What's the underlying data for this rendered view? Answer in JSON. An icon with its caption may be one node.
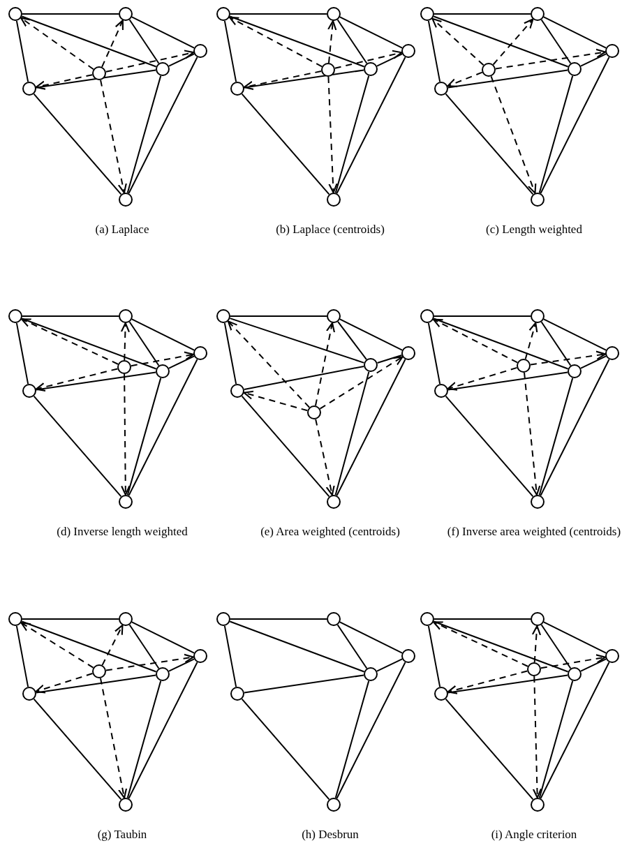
{
  "diagram": {
    "nodes": [
      {
        "text": [],
        "shape": "circle"
      },
      {
        "text": [],
        "shape": "circle"
      },
      {
        "text": [],
        "shape": "circle"
      },
      {
        "text": [],
        "shape": "circle"
      },
      {
        "text": [],
        "shape": "circle"
      },
      {
        "text": [],
        "shape": "circle"
      },
      {
        "text": [],
        "shape": "circle"
      },
      {
        "text": [],
        "shape": "circle"
      },
      {
        "text": [],
        "shape": "circle"
      },
      {
        "text": [],
        "shape": "circle"
      },
      {
        "text": [],
        "shape": "circle"
      },
      {
        "text": [],
        "shape": "circle"
      },
      {
        "text": [],
        "shape": "circle"
      },
      {
        "text": [],
        "shape": "circle"
      },
      {
        "text": [],
        "shape": "circle"
      },
      {
        "text": [],
        "shape": "circle"
      },
      {
        "text": [],
        "shape": "circle"
      },
      {
        "text": [],
        "shape": "circle"
      },
      {
        "text": [],
        "shape": "circle"
      },
      {
        "text": [],
        "shape": "circle"
      },
      {
        "text": [],
        "shape": "circle"
      },
      {
        "text": [],
        "shape": "circle"
      },
      {
        "text": [],
        "shape": "circle"
      },
      {
        "text": [],
        "shape": "circle"
      },
      {
        "text": [],
        "shape": "circle"
      },
      {
        "text": [],
        "shape": "circle"
      },
      {
        "text": [],
        "shape": "circle"
      },
      {
        "text": [],
        "shape": "circle"
      },
      {
        "text": [],
        "shape": "circle"
      },
      {
        "text": [],
        "shape": "circle"
      },
      {
        "text": [],
        "shape": "circle"
      },
      {
        "text": [],
        "shape": "circle"
      },
      {
        "text": [],
        "shape": "circle"
      },
      {
        "text": [],
        "shape": "circle"
      },
      {
        "text": [],
        "shape": "circle"
      },
      {
        "text": [],
        "shape": "circle"
      },
      {
        "text": [],
        "shape": "circle"
      },
      {
        "text": [],
        "shape": "circle"
      },
      {
        "text": [],
        "shape": "circle"
      },
      {
        "text": [],
        "shape": "circle"
      },
      {
        "text": [],
        "shape": "circle"
      },
      {
        "text": [],
        "shape": "circle"
      },
      {
        "text": [],
        "shape": "circle"
      },
      {
        "text": [],
        "shape": "circle"
      },
      {
        "text": [],
        "shape": "circle"
      },
      {
        "text": [],
        "shape": "circle"
      },
      {
        "text": [],
        "shape": "circle"
      },
      {
        "text": [],
        "shape": "circle"
      },
      {
        "text": [],
        "shape": "circle"
      },
      {
        "text": [],
        "shape": "circle"
      },
      {
        "text": [],
        "shape": "circle"
      },
      {
        "text": [],
        "shape": "circle"
      },
      {
        "text": [],
        "shape": "circle"
      },
      {
        "text": [],
        "shape": "circle"
      },
      {
        "text": [],
        "shape": "circle"
      },
      {
        "text": [],
        "shape": "circle"
      },
      {
        "text": [],
        "shape": "circle"
      },
      {
        "text": [],
        "shape": "circle"
      },
      {
        "text": [],
        "shape": "circle"
      },
      {
        "text": [],
        "shape": "circle"
      },
      {
        "text": [],
        "shape": "circle"
      },
      {
        "text": [],
        "shape": "circle"
      }
    ],
    "edges": [
      {
        "from": 0,
        "to": 1,
        "arrow": "none"
      },
      {
        "from": 0,
        "to": 5,
        "arrow": "none"
      },
      {
        "from": 0,
        "to": 4,
        "arrow": "none"
      },
      {
        "from": 1,
        "to": 4,
        "arrow": "none"
      },
      {
        "from": 1,
        "to": 2,
        "arrow": "none"
      },
      {
        "from": 2,
        "to": 4,
        "arrow": "none"
      },
      {
        "from": 5,
        "to": 4,
        "arrow": "none"
      },
      {
        "from": 5,
        "to": 6,
        "arrow": "none"
      },
      {
        "from": 4,
        "to": 6,
        "arrow": "none"
      },
      {
        "from": 2,
        "to": 6,
        "arrow": "none"
      },
      {
        "from": 3,
        "to": 0,
        "arrow": "to",
        "style": "dashed"
      },
      {
        "from": 3,
        "to": 1,
        "arrow": "to",
        "style": "dashed"
      },
      {
        "from": 3,
        "to": 2,
        "arrow": "to",
        "style": "dashed"
      },
      {
        "from": 3,
        "to": 5,
        "arrow": "to",
        "style": "dashed"
      },
      {
        "from": 3,
        "to": 6,
        "arrow": "to",
        "style": "dashed"
      },
      {
        "from": 7,
        "to": 8,
        "arrow": "none"
      },
      {
        "from": 7,
        "to": 12,
        "arrow": "none"
      },
      {
        "from": 7,
        "to": 11,
        "arrow": "none"
      },
      {
        "from": 8,
        "to": 11,
        "arrow": "none"
      },
      {
        "from": 8,
        "to": 9,
        "arrow": "none"
      },
      {
        "from": 9,
        "to": 11,
        "arrow": "none"
      },
      {
        "from": 12,
        "to": 11,
        "arrow": "none"
      },
      {
        "from": 12,
        "to": 13,
        "arrow": "none"
      },
      {
        "from": 11,
        "to": 13,
        "arrow": "none"
      },
      {
        "from": 9,
        "to": 13,
        "arrow": "none"
      },
      {
        "from": 10,
        "to": 7,
        "arrow": "to",
        "style": "dashed"
      },
      {
        "from": 10,
        "to": 8,
        "arrow": "to",
        "style": "dashed"
      },
      {
        "from": 10,
        "to": 9,
        "arrow": "to",
        "style": "dashed"
      },
      {
        "from": 10,
        "to": 12,
        "arrow": "to",
        "style": "dashed"
      },
      {
        "from": 10,
        "to": 13,
        "arrow": "to",
        "style": "dashed"
      },
      {
        "from": 14,
        "to": 15,
        "arrow": "none"
      },
      {
        "from": 14,
        "to": 19,
        "arrow": "none"
      },
      {
        "from": 14,
        "to": 18,
        "arrow": "none"
      },
      {
        "from": 15,
        "to": 18,
        "arrow": "none"
      },
      {
        "from": 15,
        "to": 16,
        "arrow": "none"
      },
      {
        "from": 16,
        "to": 18,
        "arrow": "none"
      },
      {
        "from": 19,
        "to": 18,
        "arrow": "none"
      },
      {
        "from": 19,
        "to": 20,
        "arrow": "none"
      },
      {
        "from": 18,
        "to": 20,
        "arrow": "none"
      },
      {
        "from": 16,
        "to": 20,
        "arrow": "none"
      },
      {
        "from": 17,
        "to": 14,
        "arrow": "to",
        "style": "dashed"
      },
      {
        "from": 17,
        "to": 15,
        "arrow": "to",
        "style": "dashed"
      },
      {
        "from": 17,
        "to": 16,
        "arrow": "to",
        "style": "dashed"
      },
      {
        "from": 17,
        "to": 19,
        "arrow": "to",
        "style": "dashed"
      },
      {
        "from": 17,
        "to": 20,
        "arrow": "to",
        "style": "dashed"
      },
      {
        "from": 21,
        "to": 22,
        "arrow": "none"
      },
      {
        "from": 21,
        "to": 26,
        "arrow": "none"
      },
      {
        "from": 21,
        "to": 25,
        "arrow": "none"
      },
      {
        "from": 22,
        "to": 25,
        "arrow": "none"
      },
      {
        "from": 22,
        "to": 23,
        "arrow": "none"
      },
      {
        "from": 23,
        "to": 25,
        "arrow": "none"
      },
      {
        "from": 26,
        "to": 25,
        "arrow": "none"
      },
      {
        "from": 26,
        "to": 27,
        "arrow": "none"
      },
      {
        "from": 25,
        "to": 27,
        "arrow": "none"
      },
      {
        "from": 23,
        "to": 27,
        "arrow": "none"
      },
      {
        "from": 24,
        "to": 21,
        "arrow": "to",
        "style": "dashed"
      },
      {
        "from": 24,
        "to": 22,
        "arrow": "to",
        "style": "dashed"
      },
      {
        "from": 24,
        "to": 23,
        "arrow": "to",
        "style": "dashed"
      },
      {
        "from": 24,
        "to": 26,
        "arrow": "to",
        "style": "dashed"
      },
      {
        "from": 24,
        "to": 27,
        "arrow": "to",
        "style": "dashed"
      },
      {
        "from": 28,
        "to": 29,
        "arrow": "none"
      },
      {
        "from": 28,
        "to": 33,
        "arrow": "none"
      },
      {
        "from": 28,
        "to": 32,
        "arrow": "none"
      },
      {
        "from": 29,
        "to": 32,
        "arrow": "none"
      },
      {
        "from": 29,
        "to": 30,
        "arrow": "none"
      },
      {
        "from": 30,
        "to": 32,
        "arrow": "none"
      },
      {
        "from": 33,
        "to": 32,
        "arrow": "none"
      },
      {
        "from": 33,
        "to": 34,
        "arrow": "none"
      },
      {
        "from": 32,
        "to": 34,
        "arrow": "none"
      },
      {
        "from": 30,
        "to": 34,
        "arrow": "none"
      },
      {
        "from": 31,
        "to": 28,
        "arrow": "to",
        "style": "dashed"
      },
      {
        "from": 31,
        "to": 29,
        "arrow": "to",
        "style": "dashed"
      },
      {
        "from": 31,
        "to": 30,
        "arrow": "to",
        "style": "dashed"
      },
      {
        "from": 31,
        "to": 33,
        "arrow": "to",
        "style": "dashed"
      },
      {
        "from": 31,
        "to": 34,
        "arrow": "to",
        "style": "dashed"
      },
      {
        "from": 35,
        "to": 36,
        "arrow": "none"
      },
      {
        "from": 35,
        "to": 40,
        "arrow": "none"
      },
      {
        "from": 35,
        "to": 39,
        "arrow": "none"
      },
      {
        "from": 36,
        "to": 39,
        "arrow": "none"
      },
      {
        "from": 36,
        "to": 37,
        "arrow": "none"
      },
      {
        "from": 37,
        "to": 39,
        "arrow": "none"
      },
      {
        "from": 40,
        "to": 39,
        "arrow": "none"
      },
      {
        "from": 40,
        "to": 41,
        "arrow": "none"
      },
      {
        "from": 39,
        "to": 41,
        "arrow": "none"
      },
      {
        "from": 37,
        "to": 41,
        "arrow": "none"
      },
      {
        "from": 38,
        "to": 35,
        "arrow": "to",
        "style": "dashed"
      },
      {
        "from": 38,
        "to": 36,
        "arrow": "to",
        "style": "dashed"
      },
      {
        "from": 38,
        "to": 37,
        "arrow": "to",
        "style": "dashed"
      },
      {
        "from": 38,
        "to": 40,
        "arrow": "to",
        "style": "dashed"
      },
      {
        "from": 38,
        "to": 41,
        "arrow": "to",
        "style": "dashed"
      },
      {
        "from": 42,
        "to": 43,
        "arrow": "none"
      },
      {
        "from": 42,
        "to": 47,
        "arrow": "none"
      },
      {
        "from": 42,
        "to": 46,
        "arrow": "none"
      },
      {
        "from": 43,
        "to": 46,
        "arrow": "none"
      },
      {
        "from": 43,
        "to": 44,
        "arrow": "none"
      },
      {
        "from": 44,
        "to": 46,
        "arrow": "none"
      },
      {
        "from": 47,
        "to": 46,
        "arrow": "none"
      },
      {
        "from": 47,
        "to": 48,
        "arrow": "none"
      },
      {
        "from": 46,
        "to": 48,
        "arrow": "none"
      },
      {
        "from": 44,
        "to": 48,
        "arrow": "none"
      },
      {
        "from": 45,
        "to": 42,
        "arrow": "to",
        "style": "dashed"
      },
      {
        "from": 45,
        "to": 43,
        "arrow": "to",
        "style": "dashed"
      },
      {
        "from": 45,
        "to": 44,
        "arrow": "to",
        "style": "dashed"
      },
      {
        "from": 45,
        "to": 47,
        "arrow": "to",
        "style": "dashed"
      },
      {
        "from": 45,
        "to": 48,
        "arrow": "to",
        "style": "dashed"
      },
      {
        "from": 49,
        "to": 50,
        "arrow": "none"
      },
      {
        "from": 49,
        "to": 53,
        "arrow": "none"
      },
      {
        "from": 49,
        "to": 52,
        "arrow": "none"
      },
      {
        "from": 50,
        "to": 52,
        "arrow": "none"
      },
      {
        "from": 50,
        "to": 51,
        "arrow": "none"
      },
      {
        "from": 51,
        "to": 52,
        "arrow": "none"
      },
      {
        "from": 53,
        "to": 52,
        "arrow": "none"
      },
      {
        "from": 53,
        "to": 54,
        "arrow": "none"
      },
      {
        "from": 52,
        "to": 54,
        "arrow": "none"
      },
      {
        "from": 51,
        "to": 54,
        "arrow": "none"
      },
      {
        "from": 55,
        "to": 56,
        "arrow": "none"
      },
      {
        "from": 55,
        "to": 60,
        "arrow": "none"
      },
      {
        "from": 55,
        "to": 59,
        "arrow": "none"
      },
      {
        "from": 56,
        "to": 59,
        "arrow": "none"
      },
      {
        "from": 56,
        "to": 57,
        "arrow": "none"
      },
      {
        "from": 57,
        "to": 59,
        "arrow": "none"
      },
      {
        "from": 60,
        "to": 59,
        "arrow": "none"
      },
      {
        "from": 60,
        "to": 61,
        "arrow": "none"
      },
      {
        "from": 59,
        "to": 61,
        "arrow": "none"
      },
      {
        "from": 57,
        "to": 61,
        "arrow": "none"
      },
      {
        "from": 58,
        "to": 55,
        "arrow": "to",
        "style": "dashed"
      },
      {
        "from": 58,
        "to": 56,
        "arrow": "to",
        "style": "dashed"
      },
      {
        "from": 58,
        "to": 57,
        "arrow": "to",
        "style": "dashed"
      },
      {
        "from": 58,
        "to": 60,
        "arrow": "to",
        "style": "dashed"
      },
      {
        "from": 58,
        "to": 61,
        "arrow": "to",
        "style": "dashed"
      }
    ],
    "labels": [
      "(a) Laplace",
      "(b) Laplace (centroids)",
      "(c) Length weighted",
      "(d) Inverse length weighted",
      "(e) Area weighted (centroids)",
      "(f) Inverse area weighted (centroids)",
      "(g) Taubin",
      "(h) Desbrun",
      "(i) Angle criterion"
    ]
  }
}
